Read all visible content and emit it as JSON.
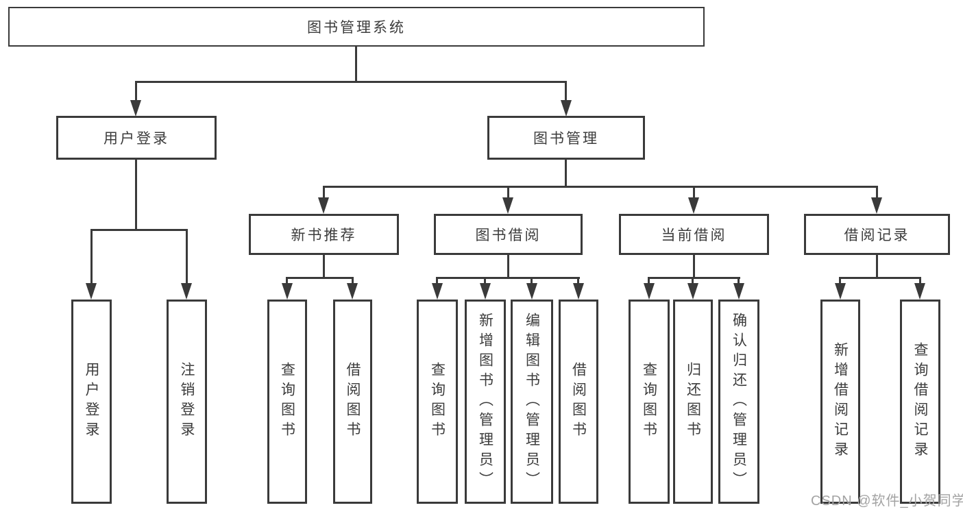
{
  "watermark": {
    "text": "CSDN @软件_小贺同学"
  },
  "colors": {
    "line": "#3a3a3a",
    "text": "#3c3c3c",
    "watermark": "#a3a3a3",
    "background": "#ffffff"
  },
  "tree": {
    "root": "图书管理系统",
    "user_branch": {
      "label": "用户登录",
      "children": [
        "用户登录",
        "注销登录"
      ]
    },
    "mgmt_branch": {
      "label": "图书管理",
      "groups": [
        {
          "label": "新书推荐",
          "children": [
            "查询图书",
            "借阅图书"
          ]
        },
        {
          "label": "图书借阅",
          "children": [
            "查询图书",
            "新增图书（管理员）",
            "编辑图书（管理员）",
            "借阅图书"
          ]
        },
        {
          "label": "当前借阅",
          "children": [
            "查询图书",
            "归还图书",
            "确认归还（管理员）"
          ]
        },
        {
          "label": "借阅记录",
          "children": [
            "新增借阅记录",
            "查询借阅记录"
          ]
        }
      ]
    }
  }
}
